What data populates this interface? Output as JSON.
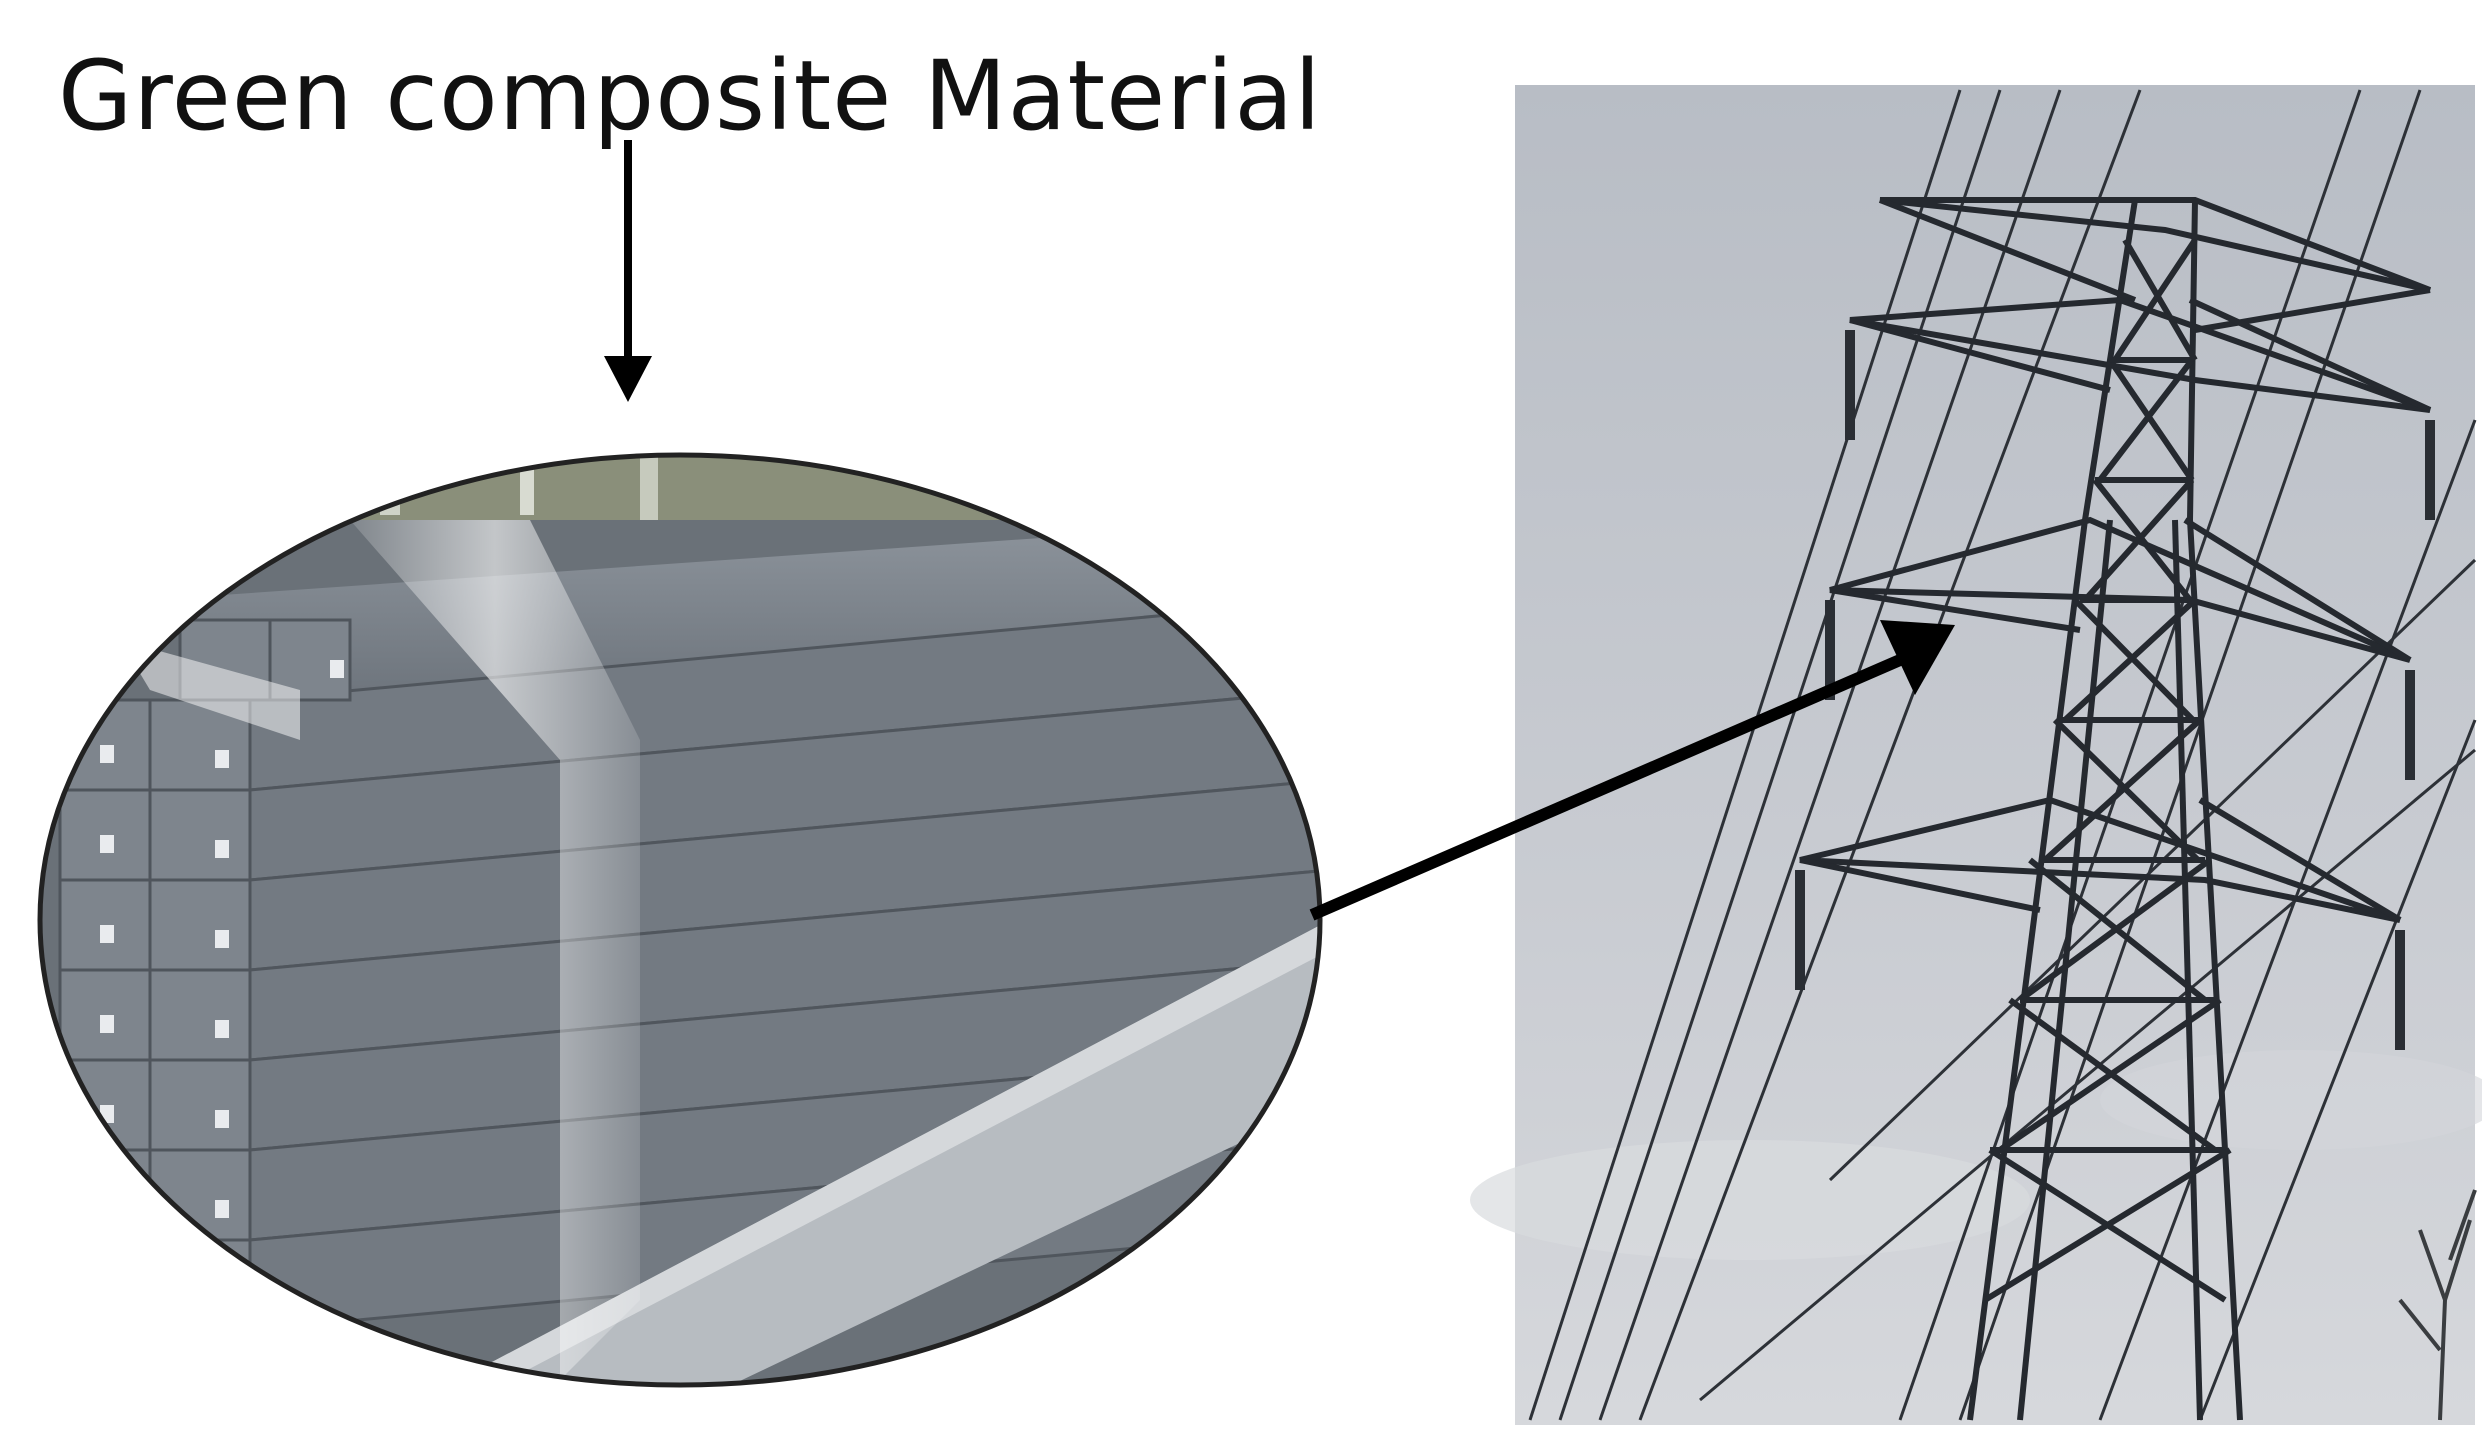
{
  "figure": {
    "caption": "Green composite Material"
  },
  "scene": {
    "left_photo": "stacked grey rectangular composite profiles wrapped with clear plastic",
    "right_photo": "steel lattice electricity transmission tower with power lines against overcast sky"
  },
  "colors": {
    "profile_dark": "#5b6168",
    "profile_mid": "#7c838b",
    "profile_light": "#b3b8bd",
    "sky_top": "#b9bec6",
    "sky_bottom": "#cfd2d7",
    "tower": "#2b2f35",
    "arrow": "#000000"
  }
}
